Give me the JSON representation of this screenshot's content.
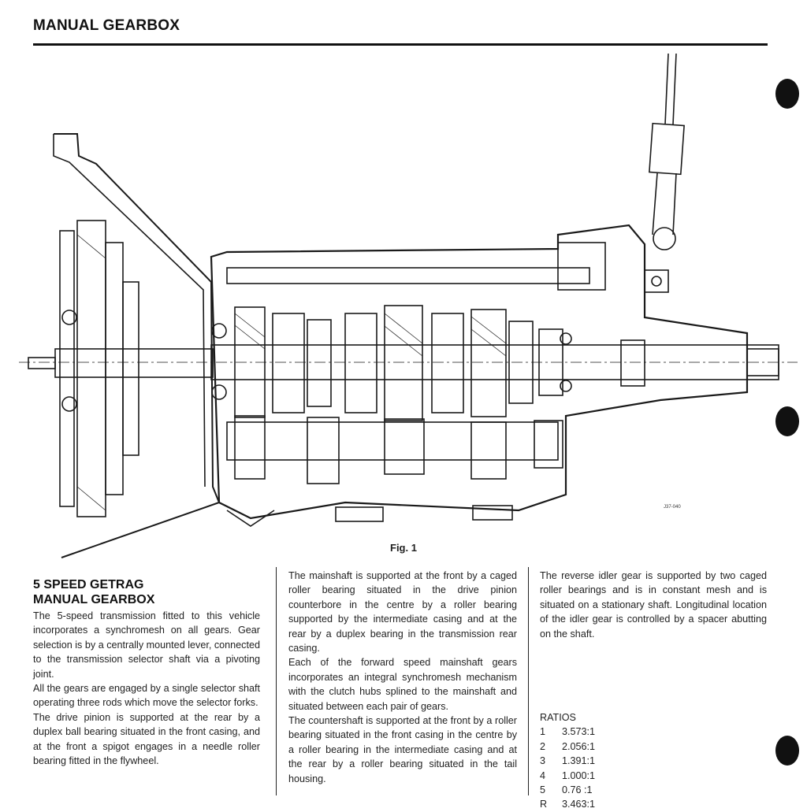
{
  "header": {
    "title": "MANUAL GEARBOX"
  },
  "figure": {
    "caption": "Fig. 1",
    "code": "J37-040"
  },
  "section": {
    "title_line1": "5 SPEED GETRAG",
    "title_line2": "MANUAL GEARBOX"
  },
  "col1": {
    "p1": "The 5-speed transmission fitted to this vehicle incorporates a synchromesh on all gears. Gear selection is by a centrally mounted lever, connected to the transmission selector shaft via a pivoting joint.",
    "p2": "All the gears are engaged by a single selector shaft operating three rods which move the selector forks.",
    "p3": "The drive pinion is supported at the rear by a duplex ball bearing situated in the front casing, and at the front a spigot engages in a needle roller bearing fitted in the flywheel."
  },
  "col2": {
    "p1": "The mainshaft is supported at the front by a caged roller bearing situated in the drive pinion counterbore in the centre by a roller bearing supported by the intermediate casing and at the rear by a duplex bearing in the transmission rear casing.",
    "p2": "Each of the forward speed mainshaft gears incorporates an integral synchromesh mechanism with the clutch hubs splined to the mainshaft and situated between each pair of gears.",
    "p3": "The countershaft is supported at the front by a roller bearing situated in the front casing in the centre by a roller bearing in the intermediate casing and at the rear by a roller bearing situated in the tail housing."
  },
  "col3": {
    "p1": "The reverse idler gear is supported by two caged roller bearings and is in constant mesh and is situated on a stationary shaft. Longitudinal location of the idler gear is controlled by a spacer abutting on the shaft.",
    "ratios_title": "RATIOS",
    "ratios": [
      {
        "gear": "1",
        "ratio": "3.573:1"
      },
      {
        "gear": "2",
        "ratio": "2.056:1"
      },
      {
        "gear": "3",
        "ratio": "1.391:1"
      },
      {
        "gear": "4",
        "ratio": "1.000:1"
      },
      {
        "gear": "5",
        "ratio": "0.76 :1"
      },
      {
        "gear": "R",
        "ratio": "3.463:1"
      }
    ]
  }
}
